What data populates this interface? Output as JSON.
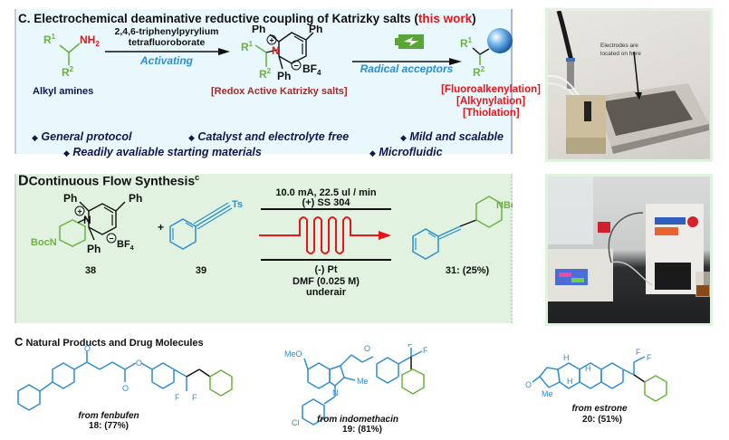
{
  "panel_c": {
    "title_prefix": "C. Electrochemical deaminative reductive coupling of Katrizky salts (",
    "title_highlight": "this work",
    "title_suffix": ")",
    "start_label": "Alkyl amines",
    "start_groups": {
      "r1": "R",
      "r1_sup": "1",
      "r2": "R",
      "r2_sup": "2",
      "nh2": "NH",
      "nh2_sub": "2"
    },
    "arrow1_reagent_line1": "2,4,6-triphenylpyrylium",
    "arrow1_reagent_line2": "tetrafluoroborate",
    "arrow1_label": "Activating",
    "intermediate_label": "[Redox Active Katrizky salts]",
    "intermediate_groups": {
      "ph": "Ph",
      "n": "N",
      "bf4": "BF",
      "bf4_sub": "4",
      "plus": "+",
      "minus": "−"
    },
    "arrow2_label": "Radical acceptors",
    "arrow2_icon": "battery-icon",
    "product_reactions": [
      "[Fluoroalkenylation]",
      "[Alkynylation]",
      "[Thiolation]"
    ],
    "features": [
      "General protocol",
      "Catalyst and electrolyte free",
      "Mild and scalable",
      "Readily avaliable starting materials",
      "Microfluidic"
    ],
    "bullet": "◆",
    "photo_caption_line1": "Electrodes are",
    "photo_caption_line2": "located on here"
  },
  "panel_d": {
    "title_prefix": "D",
    "title_main": "Continuous Flow Synthesis",
    "title_sup": "c",
    "reactant1_label": "38",
    "reactant1_groups": {
      "boc": "BocN",
      "ph": "Ph",
      "n": "N",
      "bf4": "BF",
      "bf4_sub": "4"
    },
    "plus": "+",
    "reactant2_label": "39",
    "reactant2_group": "Ts",
    "cond_top1": "10.0 mA, 22.5 ul / min",
    "cond_top2": "(+) SS 304",
    "cond_bottom1": "(-) Pt",
    "cond_bottom2": "DMF (0.025 M)",
    "cond_bottom3": "underair",
    "product_label": "31: (25%)",
    "product_group": "NBoc"
  },
  "panel_e": {
    "title_prefix": "C",
    "title_main": "Natural Products and Drug Molecules",
    "molecules": [
      {
        "source": "from fenbufen",
        "label": "18: (77%)"
      },
      {
        "source": "from indomethacin",
        "label": "19: (81%)"
      },
      {
        "source": "from estrone",
        "label": "20: (51%)"
      }
    ],
    "atoms": {
      "o": "O",
      "f": "F",
      "meo": "MeO",
      "me": "Me",
      "n": "N",
      "cl": "Cl",
      "h": "H"
    }
  },
  "colors": {
    "accent_red": "#e8141a",
    "accent_blue": "#2b8fd0",
    "green": "#6cb33f",
    "navy": "#13154e",
    "dark_red": "#a52a2a",
    "panel_c_bg": "#e8f8fd",
    "panel_d_bg": "#e1f2e0"
  }
}
